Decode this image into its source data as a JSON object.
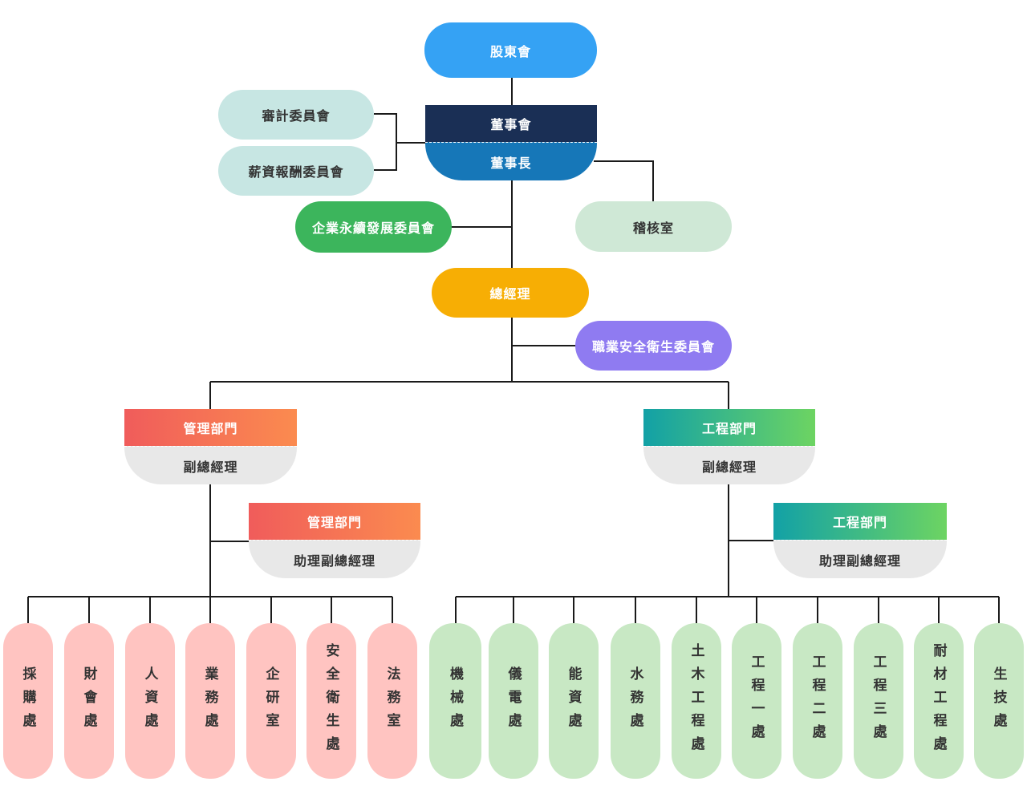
{
  "shareholders": "股東會",
  "board": "董事會",
  "chairman": "董事長",
  "audit_committee": "審計委員會",
  "compensation_committee": "薪資報酬委員會",
  "sustainability_committee": "企業永續發展委員會",
  "audit_office": "稽核室",
  "general_manager": "總經理",
  "safety_committee": "職業安全衛生委員會",
  "management": {
    "dept": "管理部門",
    "vp": "副總經理",
    "assistant_dept": "管理部門",
    "assistant_vp": "助理副總經理",
    "units": [
      "採購處",
      "財會處",
      "人資處",
      "業務處",
      "企研室",
      "安全衛生處",
      "法務室"
    ]
  },
  "engineering": {
    "dept": "工程部門",
    "vp": "副總經理",
    "assistant_dept": "工程部門",
    "assistant_vp": "助理副總經理",
    "units": [
      "機械處",
      "儀電處",
      "能資處",
      "水務處",
      "土木工程處",
      "工程一處",
      "工程二處",
      "工程三處",
      "耐材工程處",
      "生技處"
    ]
  },
  "colors": {
    "shareholders": "#35a2f4",
    "board": "#1a2f55",
    "chairman": "#1677b8",
    "committee": "#c7e6e3",
    "sustainability": "#3cb55c",
    "audit_office": "#cfe8d6",
    "general_manager": "#f7ae04",
    "safety": "#8f7bf1",
    "management_gradient": [
      "#f05c5b",
      "#fb8b4f"
    ],
    "engineering_gradient": [
      "#12a1a6",
      "#6dd462"
    ],
    "subtitle_bg": "#e8e8e8",
    "management_unit": "#ffc4c1",
    "engineering_unit": "#c8e8c4"
  }
}
